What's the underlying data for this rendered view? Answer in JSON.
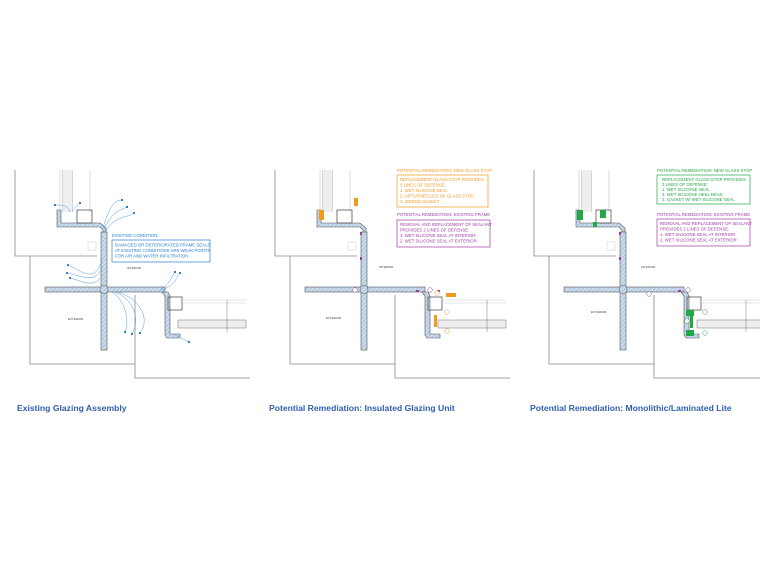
{
  "colors": {
    "caption": "#2f5fae",
    "existing": "#2a7fd4",
    "orange": "#f29a1e",
    "purple": "#a03ca8",
    "green": "#22a845"
  },
  "panels": [
    {
      "caption": "Existing Glazing Assembly",
      "interior_label": "INTERIOR",
      "exterior_label": "EXTERIOR",
      "callout": {
        "title": "EXISTING CONDITION:",
        "lines": [
          "DAMAGED OR DETERIORATED FRAME SEALS",
          "AT EXISTING CONDITIONS ARE WEAK POINTS",
          "FOR AIR AND WATER INFILTRATION"
        ]
      }
    },
    {
      "caption": "Potential Remediation: Insulated Glazing Unit",
      "interior_label": "INTERIOR",
      "exterior_label": "EXTERIOR",
      "callout_a": {
        "title": "POTENTIAL REMEDIATION: NEW GLASS STOP",
        "lines": [
          "REPLACEMENT GLASS STOP PROVIDES",
          "3 LINES OF DEFENSE:",
          "1. WET SILICONE SEAL",
          "2. UPTURNED LEG OF GLASS STOP",
          "3. WEDGE GASKET"
        ]
      },
      "callout_b": {
        "title": "POTENTIAL REMEDIATION: EXISTING FRAME",
        "lines": [
          "REMOVAL AND REPLACEMENT OF SEALANT",
          "PROVIDES 2 LINES OF DEFENSE:",
          "1. WET SILICONE SEAL AT INTERIOR",
          "2. WET SILICONE SEAL AT EXTERIOR"
        ]
      }
    },
    {
      "caption": "Potential Remediation: Monolithic/Laminated Lite",
      "interior_label": "INTERIOR",
      "exterior_label": "EXTERIOR",
      "callout_a": {
        "title": "POTENTIAL REMEDIATION: NEW GLASS STOP",
        "lines": [
          "REPLACEMENT GLASS STOP PROVIDES",
          "3 LINES OF DEFENSE:",
          "1. WET SILICONE SEAL",
          "2. WET SILICONE HEEL BEAD",
          "3. GASKET W/ WET SILICONE SEAL"
        ]
      },
      "callout_b": {
        "title": "POTENTIAL REMEDIATION: EXISTING FRAME",
        "lines": [
          "REMOVAL AND REPLACEMENT OF SEALANT",
          "PROVIDES 2 LINES OF DEFENSE:",
          "1. WET SILICONE SEAL AT INTERIOR",
          "2. WET SILICONE SEAL AT EXTERIOR"
        ]
      }
    }
  ]
}
